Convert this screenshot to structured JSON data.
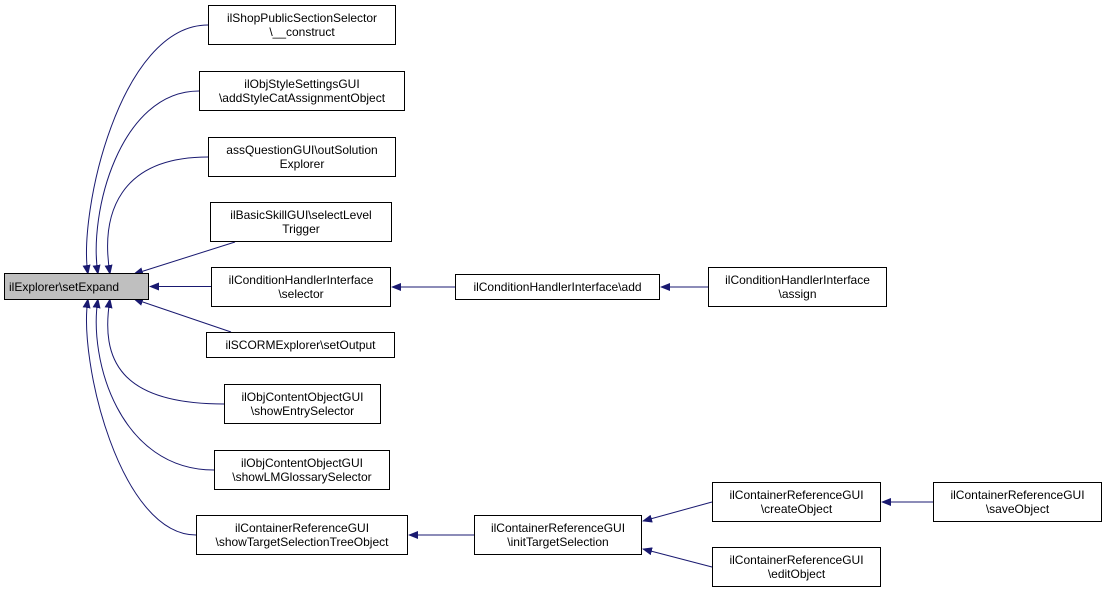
{
  "colors": {
    "edge": "#191970",
    "focus_fill": "#bfbfbf",
    "node_fill": "#ffffff",
    "node_border": "#000000"
  },
  "nodes": {
    "focus": {
      "lines": [
        "ilExplorer\\setExpand"
      ]
    },
    "shop_public": {
      "lines": [
        "ilShopPublicSectionSelector",
        "\\__construct"
      ]
    },
    "obj_style": {
      "lines": [
        "ilObjStyleSettingsGUI",
        "\\addStyleCatAssignmentObject"
      ]
    },
    "ass_question": {
      "lines": [
        "assQuestionGUI\\outSolution",
        "Explorer"
      ]
    },
    "basic_skill": {
      "lines": [
        "ilBasicSkillGUI\\selectLevel",
        "Trigger"
      ]
    },
    "cond_selector": {
      "lines": [
        "ilConditionHandlerInterface",
        "\\selector"
      ]
    },
    "cond_add": {
      "lines": [
        "ilConditionHandlerInterface\\add"
      ]
    },
    "cond_assign": {
      "lines": [
        "ilConditionHandlerInterface",
        "\\assign"
      ]
    },
    "scorm_output": {
      "lines": [
        "ilSCORMExplorer\\setOutput"
      ]
    },
    "content_entry": {
      "lines": [
        "ilObjContentObjectGUI",
        "\\showEntrySelector"
      ]
    },
    "content_lmgloss": {
      "lines": [
        "ilObjContentObjectGUI",
        "\\showLMGlossarySelector"
      ]
    },
    "cont_show_tree": {
      "lines": [
        "ilContainerReferenceGUI",
        "\\showTargetSelectionTreeObject"
      ]
    },
    "cont_init": {
      "lines": [
        "ilContainerReferenceGUI",
        "\\initTargetSelection"
      ]
    },
    "cont_create": {
      "lines": [
        "ilContainerReferenceGUI",
        "\\createObject"
      ]
    },
    "cont_edit": {
      "lines": [
        "ilContainerReferenceGUI",
        "\\editObject"
      ]
    },
    "cont_save": {
      "lines": [
        "ilContainerReferenceGUI",
        "\\saveObject"
      ]
    }
  },
  "edges": [
    [
      "shop_public",
      "focus"
    ],
    [
      "obj_style",
      "focus"
    ],
    [
      "ass_question",
      "focus"
    ],
    [
      "basic_skill",
      "focus"
    ],
    [
      "cond_selector",
      "focus"
    ],
    [
      "scorm_output",
      "focus"
    ],
    [
      "content_entry",
      "focus"
    ],
    [
      "content_lmgloss",
      "focus"
    ],
    [
      "cont_show_tree",
      "focus"
    ],
    [
      "cond_add",
      "cond_selector"
    ],
    [
      "cond_assign",
      "cond_add"
    ],
    [
      "cont_init",
      "cont_show_tree"
    ],
    [
      "cont_create",
      "cont_init"
    ],
    [
      "cont_edit",
      "cont_init"
    ],
    [
      "cont_save",
      "cont_create"
    ]
  ]
}
